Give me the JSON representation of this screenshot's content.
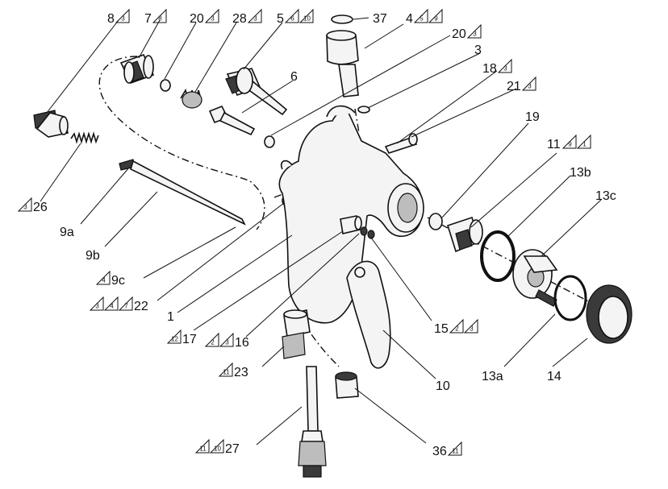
{
  "parts": [
    {
      "id": "p8",
      "text": "8",
      "notes": [
        "3"
      ]
    },
    {
      "id": "p7",
      "text": "7",
      "notes": [
        "8"
      ]
    },
    {
      "id": "p20a",
      "text": "20",
      "notes": [
        "3"
      ]
    },
    {
      "id": "p28",
      "text": "28",
      "notes": [
        "3"
      ]
    },
    {
      "id": "p5",
      "text": "5",
      "notes": [
        "6",
        "10"
      ]
    },
    {
      "id": "p37",
      "text": "37",
      "notes": []
    },
    {
      "id": "p4",
      "text": "4",
      "notes": [
        "5",
        "9"
      ]
    },
    {
      "id": "p20b",
      "text": "20",
      "notes": [
        "3"
      ]
    },
    {
      "id": "p3",
      "text": "3",
      "notes": []
    },
    {
      "id": "p6",
      "text": "6",
      "notes": []
    },
    {
      "id": "p18",
      "text": "18",
      "notes": [
        "3"
      ]
    },
    {
      "id": "p21",
      "text": "21",
      "notes": [
        "3"
      ]
    },
    {
      "id": "p19",
      "text": "19",
      "notes": []
    },
    {
      "id": "p11",
      "text": "11",
      "notes": [
        "9",
        "1"
      ]
    },
    {
      "id": "p13b",
      "text": "13b",
      "notes": []
    },
    {
      "id": "p13c",
      "text": "13c",
      "notes": []
    },
    {
      "id": "p26",
      "text": "26",
      "notes": [
        "3"
      ]
    },
    {
      "id": "p9a",
      "text": "9a",
      "notes": []
    },
    {
      "id": "p9b",
      "text": "9b",
      "notes": []
    },
    {
      "id": "p9c",
      "text": "9c",
      "notes": [
        "4"
      ]
    },
    {
      "id": "p22",
      "text": "22",
      "notes": [
        "3",
        "4",
        "7"
      ]
    },
    {
      "id": "p1",
      "text": "1",
      "notes": []
    },
    {
      "id": "p17",
      "text": "17",
      "notes": [
        "12"
      ]
    },
    {
      "id": "p16",
      "text": "16",
      "notes": [
        "2",
        "3"
      ]
    },
    {
      "id": "p15",
      "text": "15",
      "notes": [
        "2",
        "3"
      ]
    },
    {
      "id": "p23",
      "text": "23",
      "notes": [
        "11"
      ]
    },
    {
      "id": "p10",
      "text": "10",
      "notes": []
    },
    {
      "id": "p13a",
      "text": "13a",
      "notes": []
    },
    {
      "id": "p14",
      "text": "14",
      "notes": []
    },
    {
      "id": "p27",
      "text": "27",
      "notes": [
        "11",
        "10"
      ]
    },
    {
      "id": "p36",
      "text": "36",
      "notes": [
        "11"
      ]
    }
  ]
}
